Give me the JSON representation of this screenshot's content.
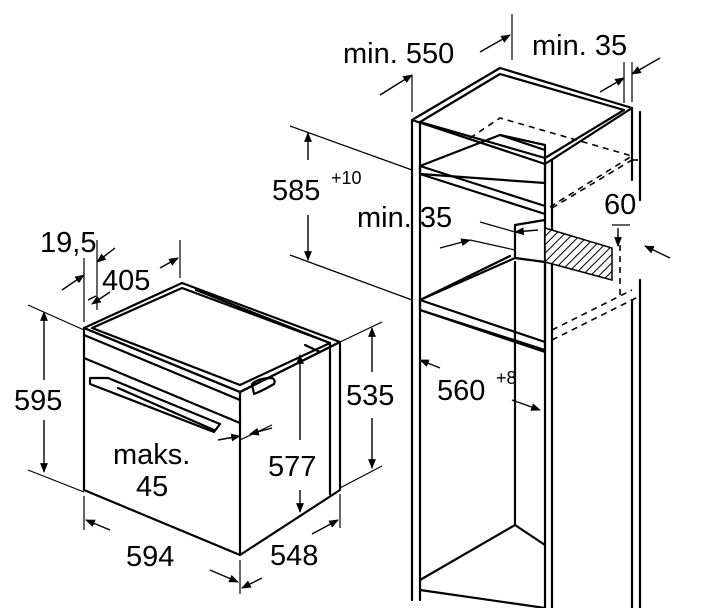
{
  "labels": {
    "cabinet_depth": "min. 550",
    "cabinet_side_gap": "min. 35",
    "niche_height": "585",
    "niche_height_tol": "+10",
    "vent_gap": "min. 35",
    "vent_height": "60",
    "niche_width": "560",
    "niche_width_tol": "+8",
    "front_offset": "19,5",
    "oven_depth_top": "405",
    "oven_height": "595",
    "oven_body_height": "535",
    "oven_inner_height": "577",
    "protrusion_label": "maks.",
    "protrusion_value": "45",
    "oven_width": "594",
    "oven_body_depth": "548"
  }
}
